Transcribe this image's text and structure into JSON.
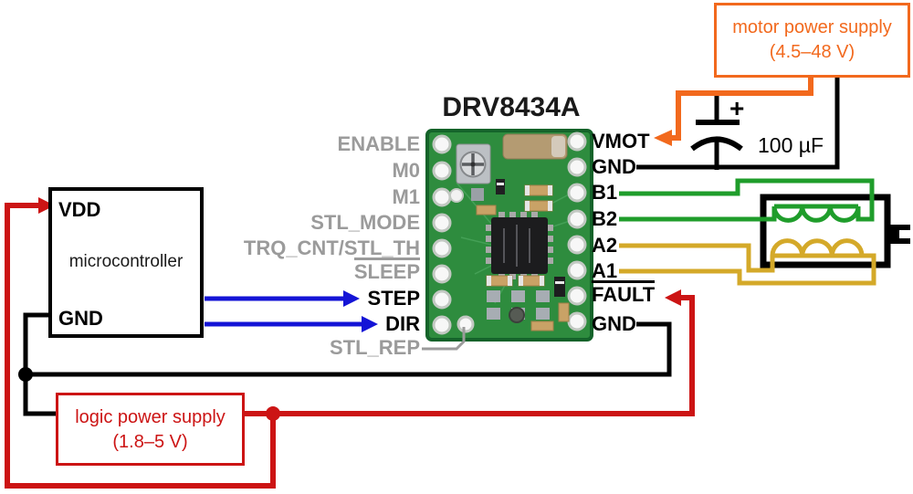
{
  "title": "DRV8434A",
  "palette": {
    "orange": "#f2691d",
    "red": "#cc1414",
    "blue": "#1414d6",
    "green": "#1f9d2b",
    "yellow": "#d4a929",
    "gray_pin": "#9b9b9b",
    "black": "#000000",
    "pcb_green": "#2e8c3e"
  },
  "motor_supply": {
    "line1": "motor power supply",
    "line2": "(4.5–48 V)"
  },
  "logic_supply": {
    "line1": "logic power supply",
    "line2": "(1.8–5 V)"
  },
  "microcontroller": {
    "name": "microcontroller",
    "pin_vdd": "VDD",
    "pin_gnd": "GND"
  },
  "capacitor": {
    "value": "100 µF",
    "polarity": "+"
  },
  "driver": {
    "left_pins": [
      {
        "label": "ENABLE"
      },
      {
        "label": "M0"
      },
      {
        "label": "M1"
      },
      {
        "label": "STL_MODE"
      },
      {
        "label": "TRQ_CNT/STL_TH"
      },
      {
        "label": "SLEEP",
        "overline": true
      },
      {
        "label": "STEP"
      },
      {
        "label": "DIR"
      },
      {
        "label": "STL_REP"
      }
    ],
    "right_pins": [
      {
        "label": "VMOT"
      },
      {
        "label": "GND"
      },
      {
        "label": "B1"
      },
      {
        "label": "B2"
      },
      {
        "label": "A2"
      },
      {
        "label": "A1"
      },
      {
        "label": "FAULT",
        "overline": true
      },
      {
        "label": "GND"
      }
    ]
  }
}
